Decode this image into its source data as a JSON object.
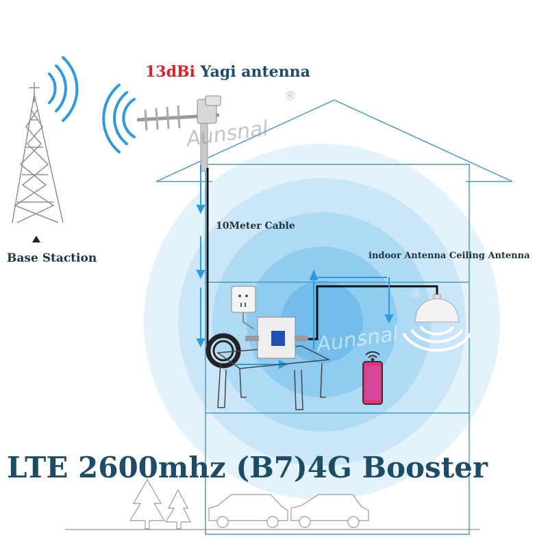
{
  "title": {
    "gain": "13dBi",
    "rest": " Yagi antenna"
  },
  "labels": {
    "cable": "10Meter Cable",
    "indoor": "indoor Antenna Ceiling Antenna",
    "base": "Base Staction"
  },
  "headline": "LTE 2600mhz (B7)4G Booster",
  "watermark": {
    "text": "Aunsnal",
    "mark": "®"
  },
  "colors": {
    "title_red": "#e0202a",
    "title_blue": "#1d4d66",
    "signal_blue": "#2a9be0",
    "glow": "#9fd4f2"
  },
  "icons": [
    "cell-tower-icon",
    "yagi-antenna-icon",
    "wall-socket-icon",
    "signal-booster-icon",
    "cable-coil-icon",
    "smartphone-icon",
    "wifi-icon",
    "ceiling-antenna-icon",
    "tree-icon",
    "car-icon"
  ]
}
